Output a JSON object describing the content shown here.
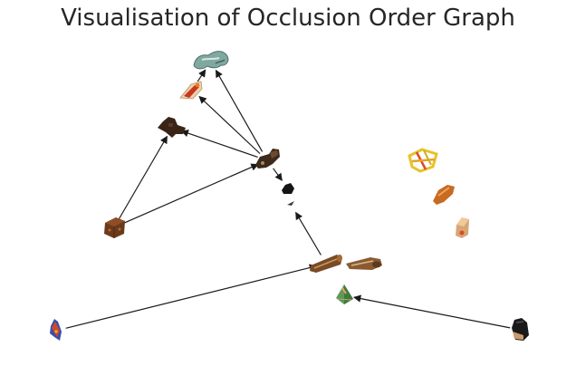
{
  "title": "Visualisation of Occlusion Order Graph",
  "nodes": [
    {
      "id": "n1",
      "kind": "teal-sculpture"
    },
    {
      "id": "n2",
      "kind": "red-wood-piece"
    },
    {
      "id": "n3",
      "kind": "dark-cross-piece"
    },
    {
      "id": "n4",
      "kind": "boot-shaped-piece"
    },
    {
      "id": "n5",
      "kind": "small-black-piece"
    },
    {
      "id": "n6",
      "kind": "tiny-shard"
    },
    {
      "id": "n7",
      "kind": "brown-box"
    },
    {
      "id": "n8",
      "kind": "wooden-log"
    },
    {
      "id": "n9",
      "kind": "wooden-log-2"
    },
    {
      "id": "n10",
      "kind": "green-wedge"
    },
    {
      "id": "n11",
      "kind": "red-blue-figure"
    },
    {
      "id": "n12",
      "kind": "black-bag"
    },
    {
      "id": "n13",
      "kind": "yellow-frame"
    },
    {
      "id": "n14",
      "kind": "orange-fruit"
    },
    {
      "id": "n15",
      "kind": "wooden-block"
    }
  ],
  "edges": [
    {
      "from": "n4",
      "to": "n1"
    },
    {
      "from": "n4",
      "to": "n2"
    },
    {
      "from": "n4",
      "to": "n3"
    },
    {
      "from": "n4",
      "to": "n5"
    },
    {
      "from": "n7",
      "to": "n3"
    },
    {
      "from": "n7",
      "to": "n4"
    },
    {
      "from": "n2",
      "to": "n1"
    },
    {
      "from": "n8",
      "to": "n6"
    },
    {
      "from": "n11",
      "to": "n8"
    },
    {
      "from": "n12",
      "to": "n10"
    }
  ]
}
